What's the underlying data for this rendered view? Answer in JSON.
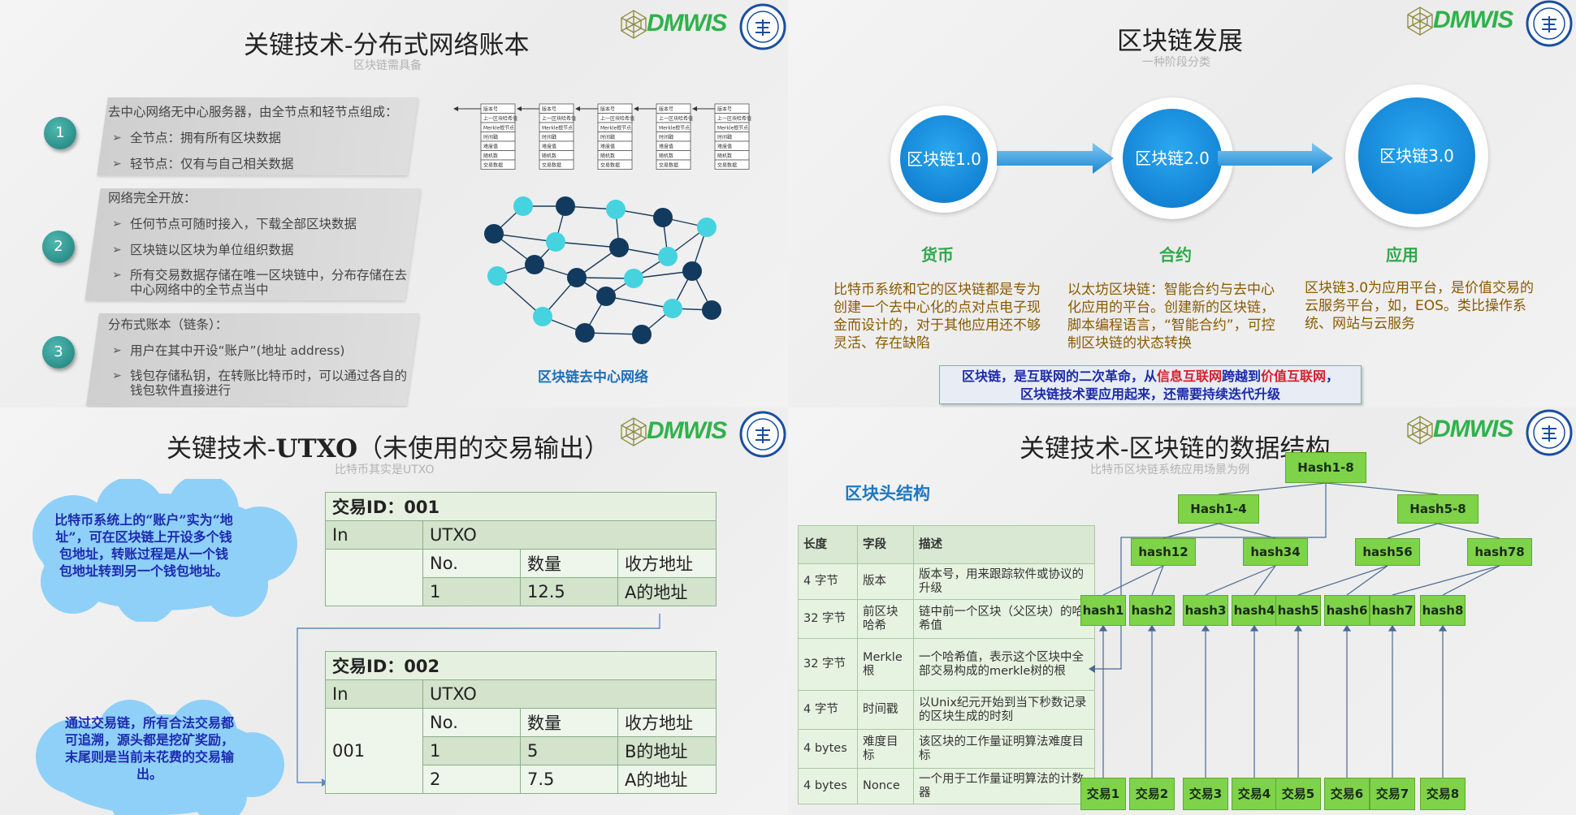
{
  "logo": {
    "brand": "DMWIS"
  },
  "q1": {
    "title": "关键技术-分布式网络账本",
    "subtitle": "区块链需具备",
    "items": [
      {
        "num": "1",
        "heading": "去中心网络无中心服务器，由全节点和轻节点组成：",
        "bullets": [
          "全节点：拥有所有区块数据",
          "轻节点：仅有与自己相关数据"
        ]
      },
      {
        "num": "2",
        "heading": "网络完全开放：",
        "bullets": [
          "任何节点可随时接入，下载全部区块数据",
          "区块链以区块为单位组织数据",
          "所有交易数据存储在唯一区块链中，分布存储在去中心网络中的全节点当中"
        ]
      },
      {
        "num": "3",
        "heading": "分布式账本（链条）：",
        "bullets": [
          "用户在其中开设“账户”(地址 address)",
          "钱包存储私钥，在转账比特币时，可以通过各自的钱包软件直接进行"
        ]
      }
    ],
    "block_rows": [
      "版本号",
      "上一区块哈希值",
      "Merkle根节点",
      "时间戳",
      "难度值",
      "随机数",
      "交易数据"
    ],
    "network_caption": "区块链去中心网络"
  },
  "q2": {
    "title": "区块链发展",
    "subtitle": "一种阶段分类",
    "stages": [
      {
        "circle": "区块链1.0",
        "label": "货币",
        "desc": "比特币系统和它的区块链都是专为创建一个去中心化的点对点电子现金而设计的，对于其他应用还不够灵活、存在缺陷"
      },
      {
        "circle": "区块链2.0",
        "label": "合约",
        "desc": "以太坊区块链：智能合约与去中心化应用的平台。创建新的区块链，脚本编程语言，“智能合约”，可控制区块链的状态转换"
      },
      {
        "circle": "区块链3.0",
        "label": "应用",
        "desc": "区块链3.0为应用平台，是价值交易的云服务平台，如，EOS。类比操作系统、网站与云服务"
      }
    ],
    "banner": {
      "p1": "区块链，是互联网的二次革命，从",
      "p2": "信息互联网",
      "p3": "跨越到",
      "p4": "价值互联网",
      "p5": "，",
      "line2": "区块链技术要应用起来，还需要持续迭代升级"
    }
  },
  "q3": {
    "title": "关键技术-UTXO（未使用的交易输出）",
    "subtitle": "比特币其实是UTXO",
    "cloud1": "比特币系统上的“账户”实为“地址”，可在区块链上开设多个钱包地址，转账过程是从一个钱包地址转到另一个钱包地址。",
    "cloud2": "通过交易链，所有合法交易都可追溯，源头都是挖矿奖励，末尾则是当前未花费的交易输出。",
    "tx1": {
      "id": "交易ID：001",
      "in": "In",
      "utxo": "UTXO",
      "cols": [
        "No.",
        "数量",
        "收方地址"
      ],
      "in_value": "",
      "rows": [
        [
          "1",
          "12.5",
          "A的地址"
        ]
      ]
    },
    "tx2": {
      "id": "交易ID：002",
      "in": "In",
      "utxo": "UTXO",
      "cols": [
        "No.",
        "数量",
        "收方地址"
      ],
      "in_value": "001",
      "rows": [
        [
          "1",
          "5",
          "B的地址"
        ],
        [
          "2",
          "7.5",
          "A的地址"
        ]
      ]
    }
  },
  "q4": {
    "title": "关键技术-区块链的数据结构",
    "subtitle": "比特币区块链系统应用场景为例",
    "header_title": "区块头结构",
    "table_head": [
      "长度",
      "字段",
      "描述"
    ],
    "table_rows": [
      [
        "4 字节",
        "版本",
        "版本号，用来跟踪软件或协议的升级"
      ],
      [
        "32 字节",
        "前区块哈希",
        "链中前一个区块（父区块）的哈希值"
      ],
      [
        "32 字节",
        "Merkle根",
        "一个哈希值，表示这个区块中全部交易构成的merkle树的根"
      ],
      [
        "4 字节",
        "时间戳",
        "以Unix纪元开始到当下秒数记录的区块生成的时刻"
      ],
      [
        "4 bytes",
        "难度目标",
        "该区块的工作量证明算法难度目标"
      ],
      [
        "4 bytes",
        "Nonce",
        "一个用于工作量证明算法的计数器"
      ]
    ],
    "tree": {
      "root": "Hash1-8",
      "l1": [
        "Hash1-4",
        "Hash5-8"
      ],
      "l2": [
        "hash12",
        "hash34",
        "hash56",
        "hash78"
      ],
      "l3": [
        "hash1",
        "hash2",
        "hash3",
        "hash4",
        "hash5",
        "hash6",
        "hash7",
        "hash8"
      ],
      "leaves": [
        "交易1",
        "交易2",
        "交易3",
        "交易4",
        "交易5",
        "交易6",
        "交易7",
        "交易8"
      ]
    }
  }
}
